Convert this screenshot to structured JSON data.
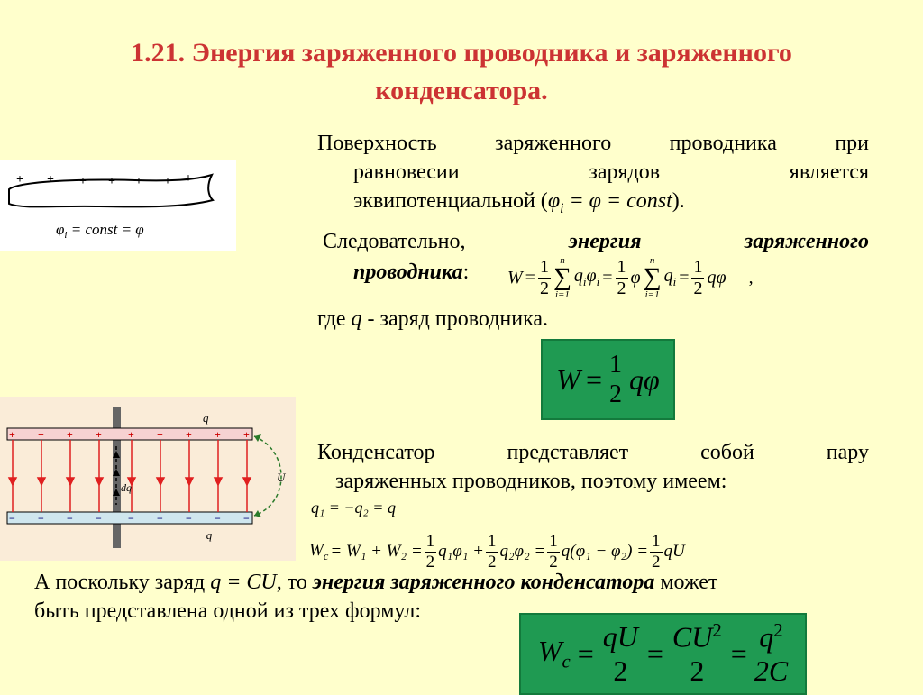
{
  "title": {
    "line1": "1.21. Энергия заряженного проводника и заряженного",
    "line2": "конденсатора."
  },
  "para1": {
    "line1_words": [
      "Поверхность",
      "заряженного",
      "проводника",
      "при"
    ],
    "line2_words": [
      "равновесии",
      "зарядов",
      "является"
    ],
    "line3": "эквипотенциальной (",
    "line3_math": "φ",
    "line3_sub": "i",
    "line3_rest": " = φ = const",
    "line3_end": ")."
  },
  "figure1": {
    "plus": "+",
    "label": "φ",
    "label_sub": "i",
    "label_rest": " = const = φ"
  },
  "para2": {
    "lead": "Следовательно,",
    "bold1": "энергия",
    "bold2": "заряженного",
    "bold3": "проводника",
    "colon": ":",
    "formula": {
      "W": "W",
      "eq": "=",
      "one": "1",
      "two": "2",
      "sum_top": "n",
      "sum_bottom": "i=1",
      "q": "q",
      "i": "i",
      "phi": "φ",
      "comma": ","
    }
  },
  "para3": {
    "text_pre": "где ",
    "q": "q",
    "text_post": " - заряд проводника."
  },
  "box1": {
    "W": "W",
    "eq": "=",
    "one": "1",
    "two": "2",
    "q": "q",
    "phi": "φ"
  },
  "figure2": {
    "q_top": "q",
    "q_bottom": "−q",
    "U": "U",
    "plus": "+",
    "minus": "−",
    "dq": "dq"
  },
  "para4": {
    "line1_words": [
      "Конденсатор",
      "представляет",
      "собой",
      "пару"
    ],
    "line2": "заряженных проводников, поэтому имеем:"
  },
  "eq_q": "q₁ = −q₂ = q",
  "eq_w": {
    "lhs": "W",
    "lhs_sub": "c",
    "p1": " = W₁ + W₂ = ",
    "p2": "q₁φ₁ + ",
    "p3": "q₂φ₂ = ",
    "p4": "q(φ₁ − φ₂) = ",
    "p5": "qU",
    "one": "1",
    "two": "2"
  },
  "para5": {
    "pre": "А поскольку заряд ",
    "math": "q = CU",
    "mid": ", то ",
    "bold": "энергия заряженного конденсатора",
    "post": " может",
    "line2": "быть представлена одной из трех формул:"
  },
  "box2": {
    "W": "W",
    "sub": "c",
    "eq": "=",
    "n1": "qU",
    "n2": "CU",
    "sup": "2",
    "n3": "q",
    "d1": "2",
    "d2": "2",
    "d3": "2C"
  }
}
